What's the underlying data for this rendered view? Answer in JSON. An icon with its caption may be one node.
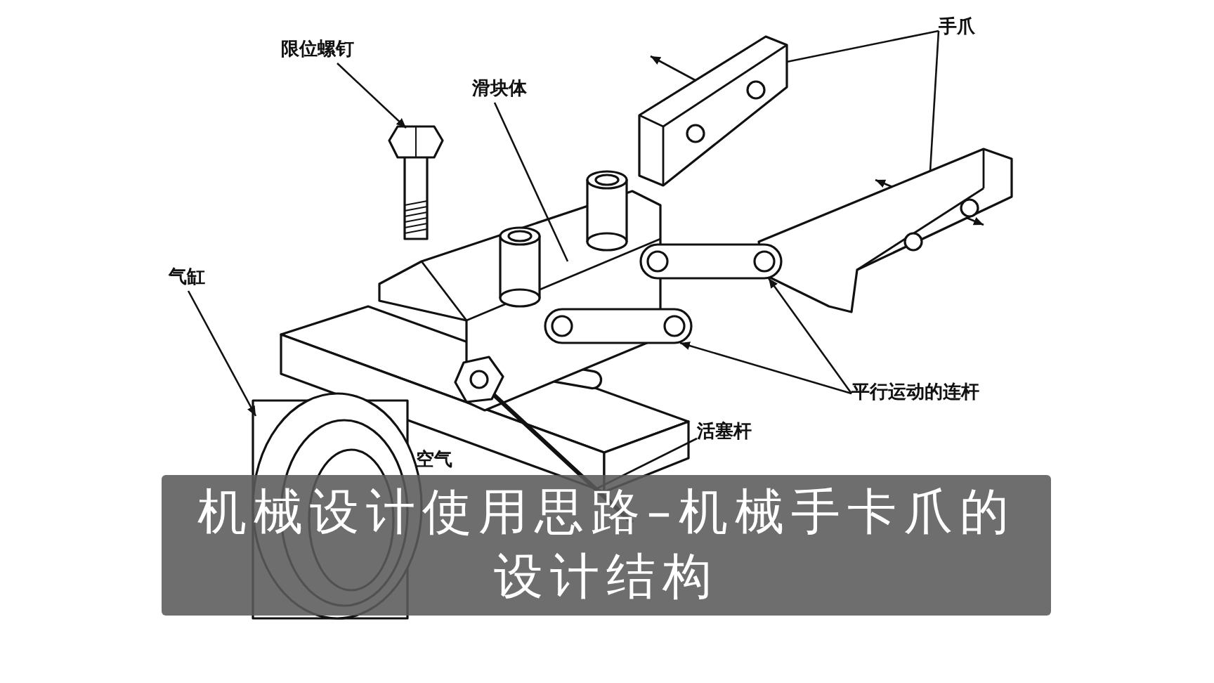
{
  "diagram": {
    "title": "机械设计使用思路–机械手卡爪的设计结构",
    "nodes": [
      {
        "text": [
          "限位螺钉"
        ]
      },
      {
        "text": [],
        "shape": "picture"
      },
      {
        "text": [
          "滑块体"
        ]
      },
      {
        "text": [],
        "shape": "picture"
      },
      {
        "text": [
          "手爪"
        ]
      },
      {
        "text": [],
        "shape": "picture"
      },
      {
        "text": [],
        "shape": "picture"
      },
      {
        "text": [
          "气缸"
        ]
      },
      {
        "text": [],
        "shape": "picture"
      },
      {
        "text": [
          "平行运动的连杆"
        ]
      },
      {
        "text": [],
        "shape": "picture"
      },
      {
        "text": [],
        "shape": "picture"
      },
      {
        "text": [
          "活塞杆"
        ]
      },
      {
        "text": [],
        "shape": "picture"
      }
    ],
    "edges": [
      {
        "from": 0,
        "to": 1,
        "arrow": "to"
      },
      {
        "from": 2,
        "to": 3,
        "arrow": "none"
      },
      {
        "from": 4,
        "to": 5,
        "arrow": "none"
      },
      {
        "from": 4,
        "to": 6,
        "arrow": "none"
      },
      {
        "from": 7,
        "to": 8,
        "arrow": "to"
      },
      {
        "from": 9,
        "to": 10,
        "arrow": "to"
      },
      {
        "from": 9,
        "to": 11,
        "arrow": "to"
      },
      {
        "from": 12,
        "to": 13,
        "arrow": "none"
      }
    ],
    "labels": [
      "空气"
    ]
  }
}
